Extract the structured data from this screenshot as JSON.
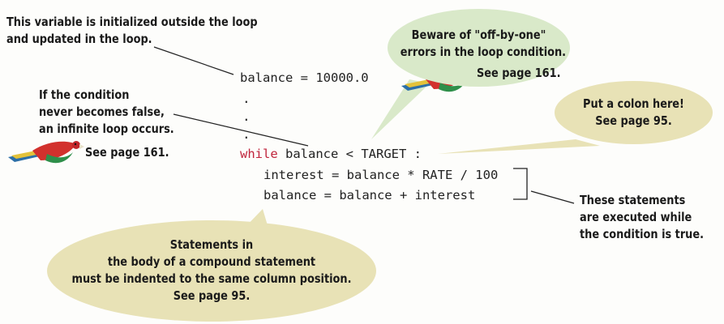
{
  "annotations": {
    "init_note": [
      "This variable is initialized outside the loop",
      "and updated in the loop."
    ],
    "infinite_note": [
      "If the condition",
      "never becomes false,",
      "an infinite loop occurs."
    ],
    "infinite_ref": "See page 161.",
    "offbyone_note": [
      "Beware of \"off-by-one\"",
      "errors in the loop condition."
    ],
    "offbyone_ref": "See page 161.",
    "colon_note": [
      "Put a colon here!",
      "See page 95."
    ],
    "body_note": [
      "Statements in",
      "the body of a compound statement",
      "must be indented to the same column position.",
      "See page 95."
    ],
    "executed_note": [
      "These statements",
      "are executed while",
      "the condition is true."
    ]
  },
  "code": {
    "init_line": "balance = 10000.0",
    "while_keyword": "while",
    "while_condition": " balance < TARGET :",
    "body_line_1": "interest = balance * RATE / 100",
    "body_line_2": "balance = balance + interest"
  },
  "colors": {
    "bubble_green": "#d9e9c9",
    "bubble_tan": "#e8e2b6",
    "keyword": "#c0243c"
  },
  "icons": [
    "parrot-icon"
  ]
}
